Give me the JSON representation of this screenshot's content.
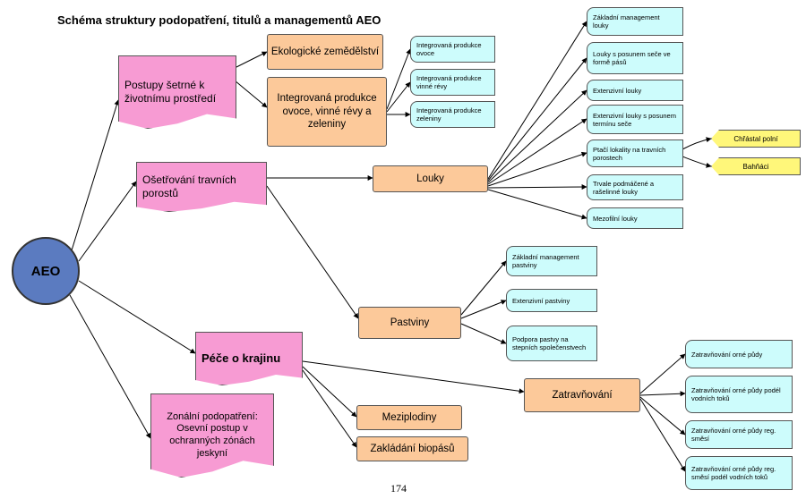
{
  "title": "Schéma struktury podopatření,  titulů a managementů AEO",
  "page_number": "174",
  "colors": {
    "root": "#5b7bc0",
    "measure": "#f79bd3",
    "title": "#fcc99a",
    "management": "#cdfcfc",
    "species": "#fff77a"
  },
  "nodes": {
    "aeo": "AEO",
    "postupy": "Postupy šetrné k životnímu prostředí",
    "osetrovani": "Ošetřování travních porostů",
    "pece": "Péče o krajinu",
    "zonalni": "Zonální podopatření: Osevní postup v ochranných zónách jeskyní",
    "ekologicke": "Ekologické zemědělství",
    "integrovana": "Integrovaná produkce ovoce, vinné révy a zeleniny",
    "ip_ovoce": "Integrovaná produkce ovoce",
    "ip_vinne": "Integrovaná produkce vinné révy",
    "ip_zeleniny": "Integrovaná produkce zeleniny",
    "louky": "Louky",
    "pastviny": "Pastviny",
    "zatravnovani": "Zatravňování",
    "meziplodiny": "Meziplodiny",
    "biopasy": "Zakládání biopásů",
    "l_zakladni": "Základní management louky",
    "l_posun": "Louky s posunem seče ve formě pásů",
    "l_extenz": "Extenzivní louky",
    "l_extenz_posun": "Extenzivní louky s posunem termínu seče",
    "l_ptaci": "Ptačí lokality na travních porostech",
    "l_trvale": "Trvale podmáčené a rašelinné louky",
    "l_mezofilni": "Mezofilní louky",
    "chrastal": "Chřástal polní",
    "bahnaci": "Bahňáci",
    "p_zakladni": "Základní management pastviny",
    "p_extenz": "Extenzivní pastviny",
    "p_podpora": "Podpora pastvy na stepních společenstvech",
    "z_orne": "Zatravňování orné půdy",
    "z_vodni": "Zatravňování orné půdy podél vodních toků",
    "z_reg": "Zatravňování orné půdy reg. směsí",
    "z_reg_vodni": "Zatravňování orné půdy reg. směsí podél vodních toků"
  }
}
